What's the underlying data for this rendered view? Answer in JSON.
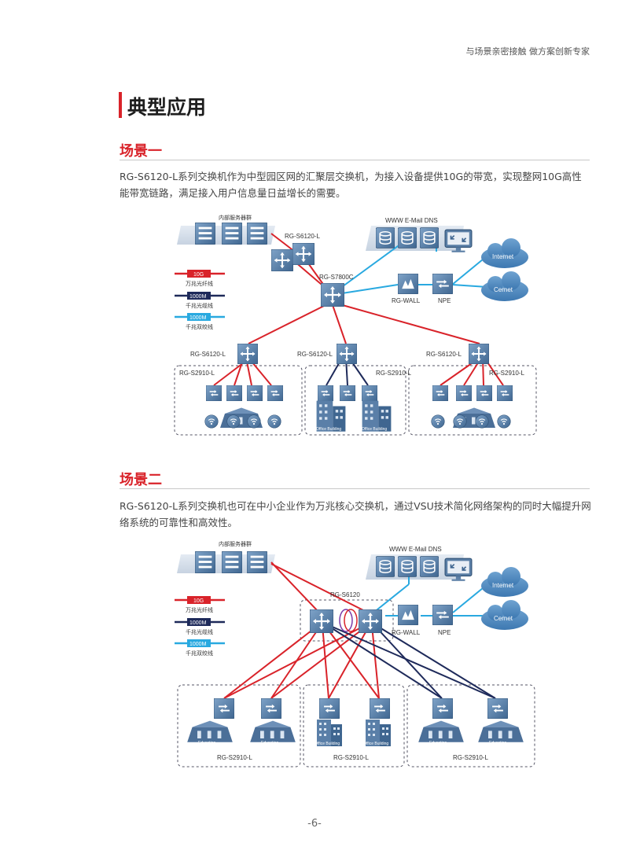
{
  "header": {
    "tagline": "与场景亲密接触  做方案创新专家"
  },
  "page_title": "典型应用",
  "scenario1": {
    "heading": "场景一",
    "paragraph": "RG-S6120-L系列交换机作为中型园区网的汇聚层交换机，为接入设备提供10G的带宽，实现整网10G高性能带宽链路，满足接入用户信息量日益增长的需要。",
    "labels": {
      "server_group": "内部服务器群",
      "s6120_top": "RG-S6120-L",
      "s7800c": "RG-S7800C",
      "services": "WWW  E-Mail  DNS",
      "internet": "Internet",
      "cernet": "Cernet",
      "wall": "RG-WALL",
      "npe": "NPE",
      "agg_left": "RG-S6120-L",
      "agg_mid": "RG-S6120-L",
      "agg_right": "RG-S6120-L",
      "access_left": "RG-S2910-L",
      "access_mid": "RG-S2910-L",
      "access_right": "RG-S2910-L",
      "office1": "Office Building",
      "office2": "Office Building"
    }
  },
  "scenario2": {
    "heading": "场景二",
    "paragraph": "RG-S6120-L系列交换机也可在中小企业作为万兆核心交换机，通过VSU技术简化网络架构的同时大幅提升网络系统的可靠性和高效性。",
    "labels": {
      "server_group": "内部服务器群",
      "services": "WWW  E-Mail  DNS",
      "core": "RG-S6120",
      "internet": "Internet",
      "cernet": "Cernet",
      "wall": "RG-WALL",
      "npe": "NPE",
      "access_left": "RG-S2910-L",
      "access_mid": "RG-S2910-L",
      "access_right": "RG-S2910-L",
      "edu1": "Education",
      "edu2": "Education",
      "office1": "Office Building",
      "office2": "Office Building",
      "edu3": "Education",
      "edu4": "Education"
    }
  },
  "legend": {
    "items": [
      {
        "tag": "10G",
        "desc": "万兆光纤线",
        "color": "#d9232a"
      },
      {
        "tag": "1000M",
        "desc": "千兆光缆线",
        "color": "#1e2a5a"
      },
      {
        "tag": "1000M",
        "desc": "千兆双绞线",
        "color": "#29a9e0"
      }
    ]
  },
  "footer": {
    "page_number": "-6-"
  }
}
